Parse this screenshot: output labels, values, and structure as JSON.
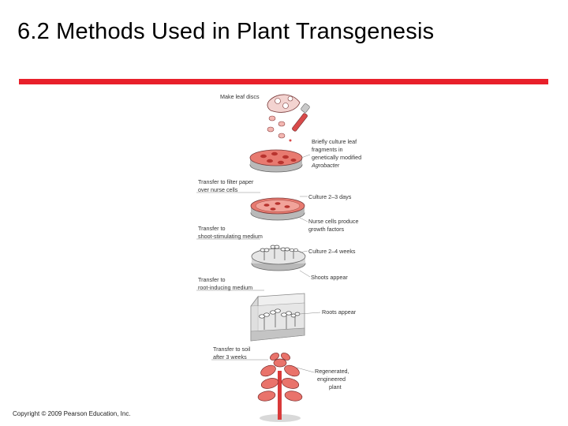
{
  "slide": {
    "title": "6.2  Methods Used in Plant Transgenesis",
    "copyright": "Copyright © 2009 Pearson Education, Inc.",
    "accent_color": "#e8202a"
  },
  "diagram": {
    "step_make_leaf_discs": "Make leaf discs",
    "step_briefly_culture": [
      "Briefly culture leaf",
      "fragments in",
      "genetically modified"
    ],
    "step_agrobacter": "Agrobacter",
    "step_transfer_filter": [
      "Transfer to filter paper",
      "over nurse cells"
    ],
    "step_culture_2_3": "Culture 2–3 days",
    "step_nurse_cells": [
      "Nurse cells produce",
      "growth factors"
    ],
    "step_transfer_shoot": [
      "Transfer to",
      "shoot-stimulating medium"
    ],
    "step_culture_2_4": "Culture 2–4 weeks",
    "step_shoots_appear": "Shoots appear",
    "step_transfer_root": [
      "Transfer to",
      "root-inducing medium"
    ],
    "step_roots_appear": "Roots appear",
    "step_transfer_soil": [
      "Transfer to soil",
      "after 3 weeks"
    ],
    "step_regenerated": [
      "Regenerated,",
      "engineered",
      "plant"
    ]
  }
}
